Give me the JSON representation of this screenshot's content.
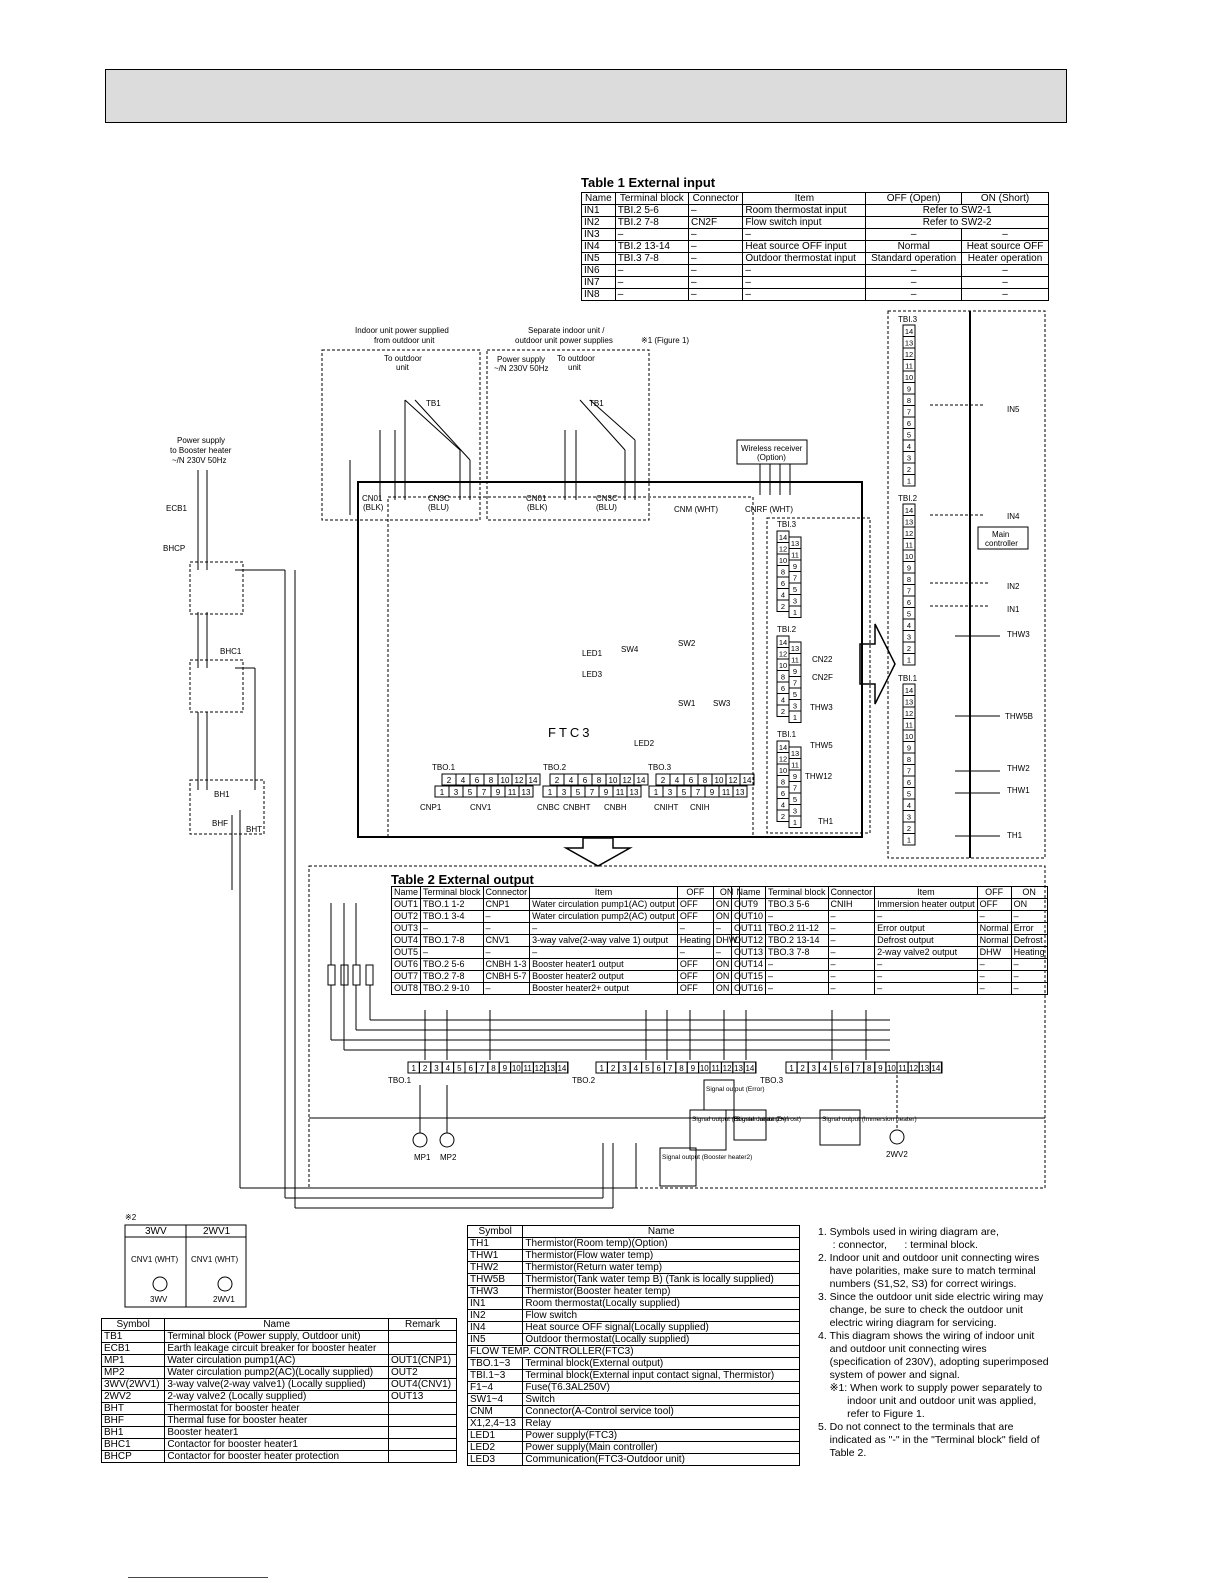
{
  "table1": {
    "title": "Table 1  External input",
    "headers": [
      "Name",
      "Terminal block",
      "Connector",
      "Item",
      "OFF (Open)",
      "ON (Short)"
    ],
    "rows": [
      [
        "IN1",
        "TBI.2 5-6",
        "–",
        "Room thermostat input",
        "Refer to SW2-1",
        ""
      ],
      [
        "IN2",
        "TBI.2 7-8",
        "CN2F",
        "Flow switch input",
        "Refer to SW2-2",
        ""
      ],
      [
        "IN3",
        "–",
        "–",
        "–",
        "–",
        "–"
      ],
      [
        "IN4",
        "TBI.2 13-14",
        "–",
        "Heat source OFF input",
        "Normal",
        "Heat source OFF"
      ],
      [
        "IN5",
        "TBI.3 7-8",
        "–",
        "Outdoor thermostat input",
        "Standard operation",
        "Heater operation"
      ],
      [
        "IN6",
        "–",
        "–",
        "–",
        "–",
        "–"
      ],
      [
        "IN7",
        "–",
        "–",
        "–",
        "–",
        "–"
      ],
      [
        "IN8",
        "–",
        "–",
        "–",
        "–",
        "–"
      ]
    ]
  },
  "table2": {
    "title": "Table 2  External output",
    "headers": [
      "Name",
      "Terminal block",
      "Connector",
      "Item",
      "OFF",
      "ON"
    ],
    "left_rows": [
      [
        "OUT1",
        "TBO.1 1-2",
        "CNP1",
        "Water circulation pump1(AC) output",
        "OFF",
        "ON"
      ],
      [
        "OUT2",
        "TBO.1 3-4",
        "–",
        "Water circulation pump2(AC) output",
        "OFF",
        "ON"
      ],
      [
        "OUT3",
        "–",
        "–",
        "–",
        "–",
        "–"
      ],
      [
        "OUT4",
        "TBO.1 7-8",
        "CNV1",
        "3-way valve(2-way valve 1) output",
        "Heating",
        "DHW"
      ],
      [
        "OUT5",
        "–",
        "–",
        "–",
        "–",
        "–"
      ],
      [
        "OUT6",
        "TBO.2 5-6",
        "CNBH 1-3",
        "Booster heater1 output",
        "OFF",
        "ON"
      ],
      [
        "OUT7",
        "TBO.2 7-8",
        "CNBH 5-7",
        "Booster heater2 output",
        "OFF",
        "ON"
      ],
      [
        "OUT8",
        "TBO.2 9-10",
        "–",
        "Booster heater2+ output",
        "OFF",
        "ON"
      ]
    ],
    "right_rows": [
      [
        "OUT9",
        "TBO.3 5-6",
        "CNIH",
        "Immersion heater output",
        "OFF",
        "ON"
      ],
      [
        "OUT10",
        "–",
        "–",
        "–",
        "–",
        "–"
      ],
      [
        "OUT11",
        "TBO.2 11-12",
        "–",
        "Error output",
        "Normal",
        "Error"
      ],
      [
        "OUT12",
        "TBO.2 13-14",
        "–",
        "Defrost output",
        "Normal",
        "Defrost"
      ],
      [
        "OUT13",
        "TBO.3 7-8",
        "–",
        "2-way valve2 output",
        "DHW",
        "Heating"
      ],
      [
        "OUT14",
        "–",
        "–",
        "–",
        "–",
        "–"
      ],
      [
        "OUT15",
        "–",
        "–",
        "–",
        "–",
        "–"
      ],
      [
        "OUT16",
        "–",
        "–",
        "–",
        "–",
        "–"
      ]
    ]
  },
  "legend_left": {
    "headers": [
      "Symbol",
      "Name",
      "Remark"
    ],
    "rows": [
      [
        "TB1",
        "Terminal block (Power supply, Outdoor unit)",
        ""
      ],
      [
        "ECB1",
        "Earth leakage circuit breaker for booster heater",
        ""
      ],
      [
        "MP1",
        "Water circulation pump1(AC)",
        "OUT1(CNP1)"
      ],
      [
        "MP2",
        "Water circulation pump2(AC)(Locally supplied)",
        "OUT2"
      ],
      [
        "3WV(2WV1)",
        "3-way valve(2-way valve1) (Locally supplied)",
        "OUT4(CNV1)"
      ],
      [
        "2WV2",
        "2-way valve2 (Locally supplied)",
        "OUT13"
      ],
      [
        "BHT",
        "Thermostat for booster heater",
        ""
      ],
      [
        "BHF",
        "Thermal fuse for booster heater",
        ""
      ],
      [
        "BH1",
        "Booster heater1",
        ""
      ],
      [
        "BHC1",
        "Contactor for booster heater1",
        ""
      ],
      [
        "BHCP",
        "Contactor for booster heater protection",
        ""
      ]
    ]
  },
  "legend_right": {
    "headers": [
      "Symbol",
      "Name"
    ],
    "rows": [
      [
        "TH1",
        "Thermistor(Room temp)(Option)"
      ],
      [
        "THW1",
        "Thermistor(Flow water temp)"
      ],
      [
        "THW2",
        "Thermistor(Return water temp)"
      ],
      [
        "THW5B",
        "Thermistor(Tank water temp B) (Tank is locally supplied)"
      ],
      [
        "THW3",
        "Thermistor(Booster heater temp)"
      ],
      [
        "IN1",
        "Room thermostat(Locally supplied)"
      ],
      [
        "IN2",
        "Flow switch"
      ],
      [
        "IN4",
        "Heat source OFF signal(Locally supplied)"
      ],
      [
        "IN5",
        "Outdoor thermostat(Locally supplied)"
      ],
      [
        "FLOW TEMP. CONTROLLER(FTC3)",
        ""
      ],
      [
        "TBO.1~3",
        "Terminal block(External output)"
      ],
      [
        "TBI.1~3",
        "Terminal block(External input contact signal, Thermistor)"
      ],
      [
        "F1~4",
        "Fuse(T6.3AL250V)"
      ],
      [
        "SW1~4",
        "Switch"
      ],
      [
        "CNM",
        "Connector(A-Control service tool)"
      ],
      [
        "X1,2,4~13",
        "Relay"
      ],
      [
        "LED1",
        "Power supply(FTC3)"
      ],
      [
        "LED2",
        "Power supply(Main controller)"
      ],
      [
        "LED3",
        "Communication(FTC3-Outdoor unit)"
      ]
    ]
  },
  "valve_box": {
    "mark": "※2",
    "col1": "3WV",
    "col2": "2WV1",
    "sub1": "3WV",
    "sub2": "2WV1",
    "cnv": "CNV1 (WHT)"
  },
  "notes": [
    "1. Symbols used in wiring diagram are,",
    "     : connector,      : terminal block.",
    "2. Indoor unit and outdoor unit connecting wires",
    "    have polarities, make sure to match terminal",
    "    numbers (S1,S2, S3) for correct wirings.",
    "3. Since the outdoor unit side electric wiring may",
    "    change, be sure to check the outdoor unit",
    "    electric wiring diagram for servicing.",
    "4. This diagram shows the wiring of indoor unit",
    "    and outdoor unit connecting wires",
    "    (specification of 230V), adopting superimposed",
    "    system of power and signal.",
    "    ※1: When work to supply power separately to",
    "          indoor unit and outdoor unit was applied,",
    "          refer to Figure 1.",
    "5. Do not connect to the terminals that are",
    "    indicated as \"-\" in the \"Terminal block\" field of",
    "    Table 2."
  ],
  "diagram": {
    "indoor_title1": "Indoor unit power supplied",
    "indoor_title2": "from outdoor unit",
    "separate_title1": "Separate indoor unit /",
    "separate_title2": "outdoor unit power supplies",
    "figure_ref": "※1 (Figure 1)",
    "to_outdoor": "To outdoor",
    "unit": "unit",
    "power_supply": "Power supply",
    "power_spec": "~/N 230V 50Hz",
    "booster_ps1": "Power supply",
    "booster_ps2": "to Booster heater",
    "booster_ps3": "~/N 230V 50Hz",
    "tb1": "TB1",
    "cn01": "CN01",
    "blk": "(BLK)",
    "cn3c": "CN3C",
    "blu": "(BLU)",
    "cnm": "CNM (WHT)",
    "cnrf": "CNRF (WHT)",
    "wireless1": "Wireless receiver",
    "wireless2": "(Option)",
    "ecb1": "ECB1",
    "bhcp": "BHCP",
    "bhc1": "BHC1",
    "bh1": "BH1",
    "bhf": "BHF",
    "bht": "BHT",
    "ftc3": "FTC3",
    "led1": "LED1",
    "led2": "LED2",
    "led3": "LED3",
    "sw1": "SW1",
    "sw2": "SW2",
    "sw3": "SW3",
    "sw4": "SW4",
    "tbo1": "TBO.1",
    "tbo2": "TBO.2",
    "tbo3": "TBO.3",
    "tbi1": "TBI.1",
    "tbi2": "TBI.2",
    "tbi3": "TBI.3",
    "cnp1": "CNP1",
    "cnv1": "CNV1",
    "cnbc": "CNBC",
    "cnbht": "CNBHT",
    "cnbh": "CNBH",
    "cniht": "CNIHT",
    "cnih": "CNIH",
    "cn22": "CN22",
    "cn2f": "CN2F",
    "thw3": "THW3",
    "thw5": "THW5",
    "thw12": "THW12",
    "th1": "TH1",
    "in1": "IN1",
    "in2": "IN2",
    "in4": "IN4",
    "in5": "IN5",
    "thw5b": "THW5B",
    "thw1": "THW1",
    "thw2": "THW2",
    "main_ctrl1": "Main",
    "main_ctrl2": "controller",
    "mp1": "MP1",
    "mp2": "MP2",
    "wv2": "2WV2",
    "sig_error": "Signal output (Error)",
    "sig_defrost": "Signal output (Defrost)",
    "sig_bh2p": "Signal output (Booster heater2+)",
    "sig_bh2": "Signal output (Booster heater2)",
    "sig_imm": "Signal output (Immersion heater)"
  },
  "colors": {
    "header_bar": "#dcdcdc",
    "link": "#2a3cd0"
  }
}
